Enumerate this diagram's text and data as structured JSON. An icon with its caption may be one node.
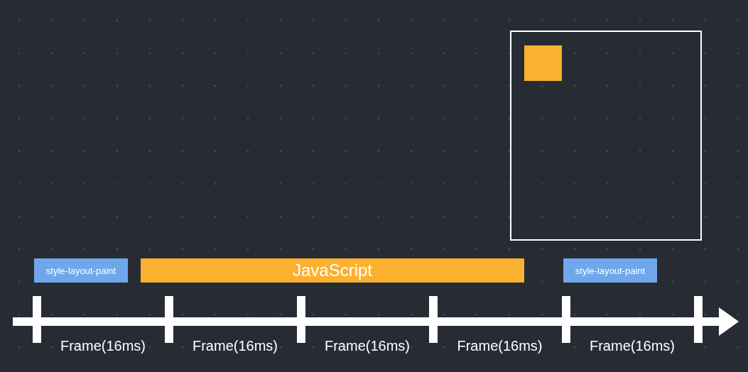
{
  "diagram": {
    "nodes": [
      {
        "text": [],
        "shape": "box"
      },
      {
        "text": [],
        "shape": "box",
        "in": 0
      },
      {
        "text": [
          "style-layout-paint"
        ]
      },
      {
        "text": [
          "JavaScript"
        ]
      },
      {
        "text": [
          "style-layout-paint"
        ]
      }
    ],
    "edges": [],
    "labels": [
      "Frame(16ms)",
      "Frame(16ms)",
      "Frame(16ms)",
      "Frame(16ms)",
      "Frame(16ms)"
    ]
  }
}
